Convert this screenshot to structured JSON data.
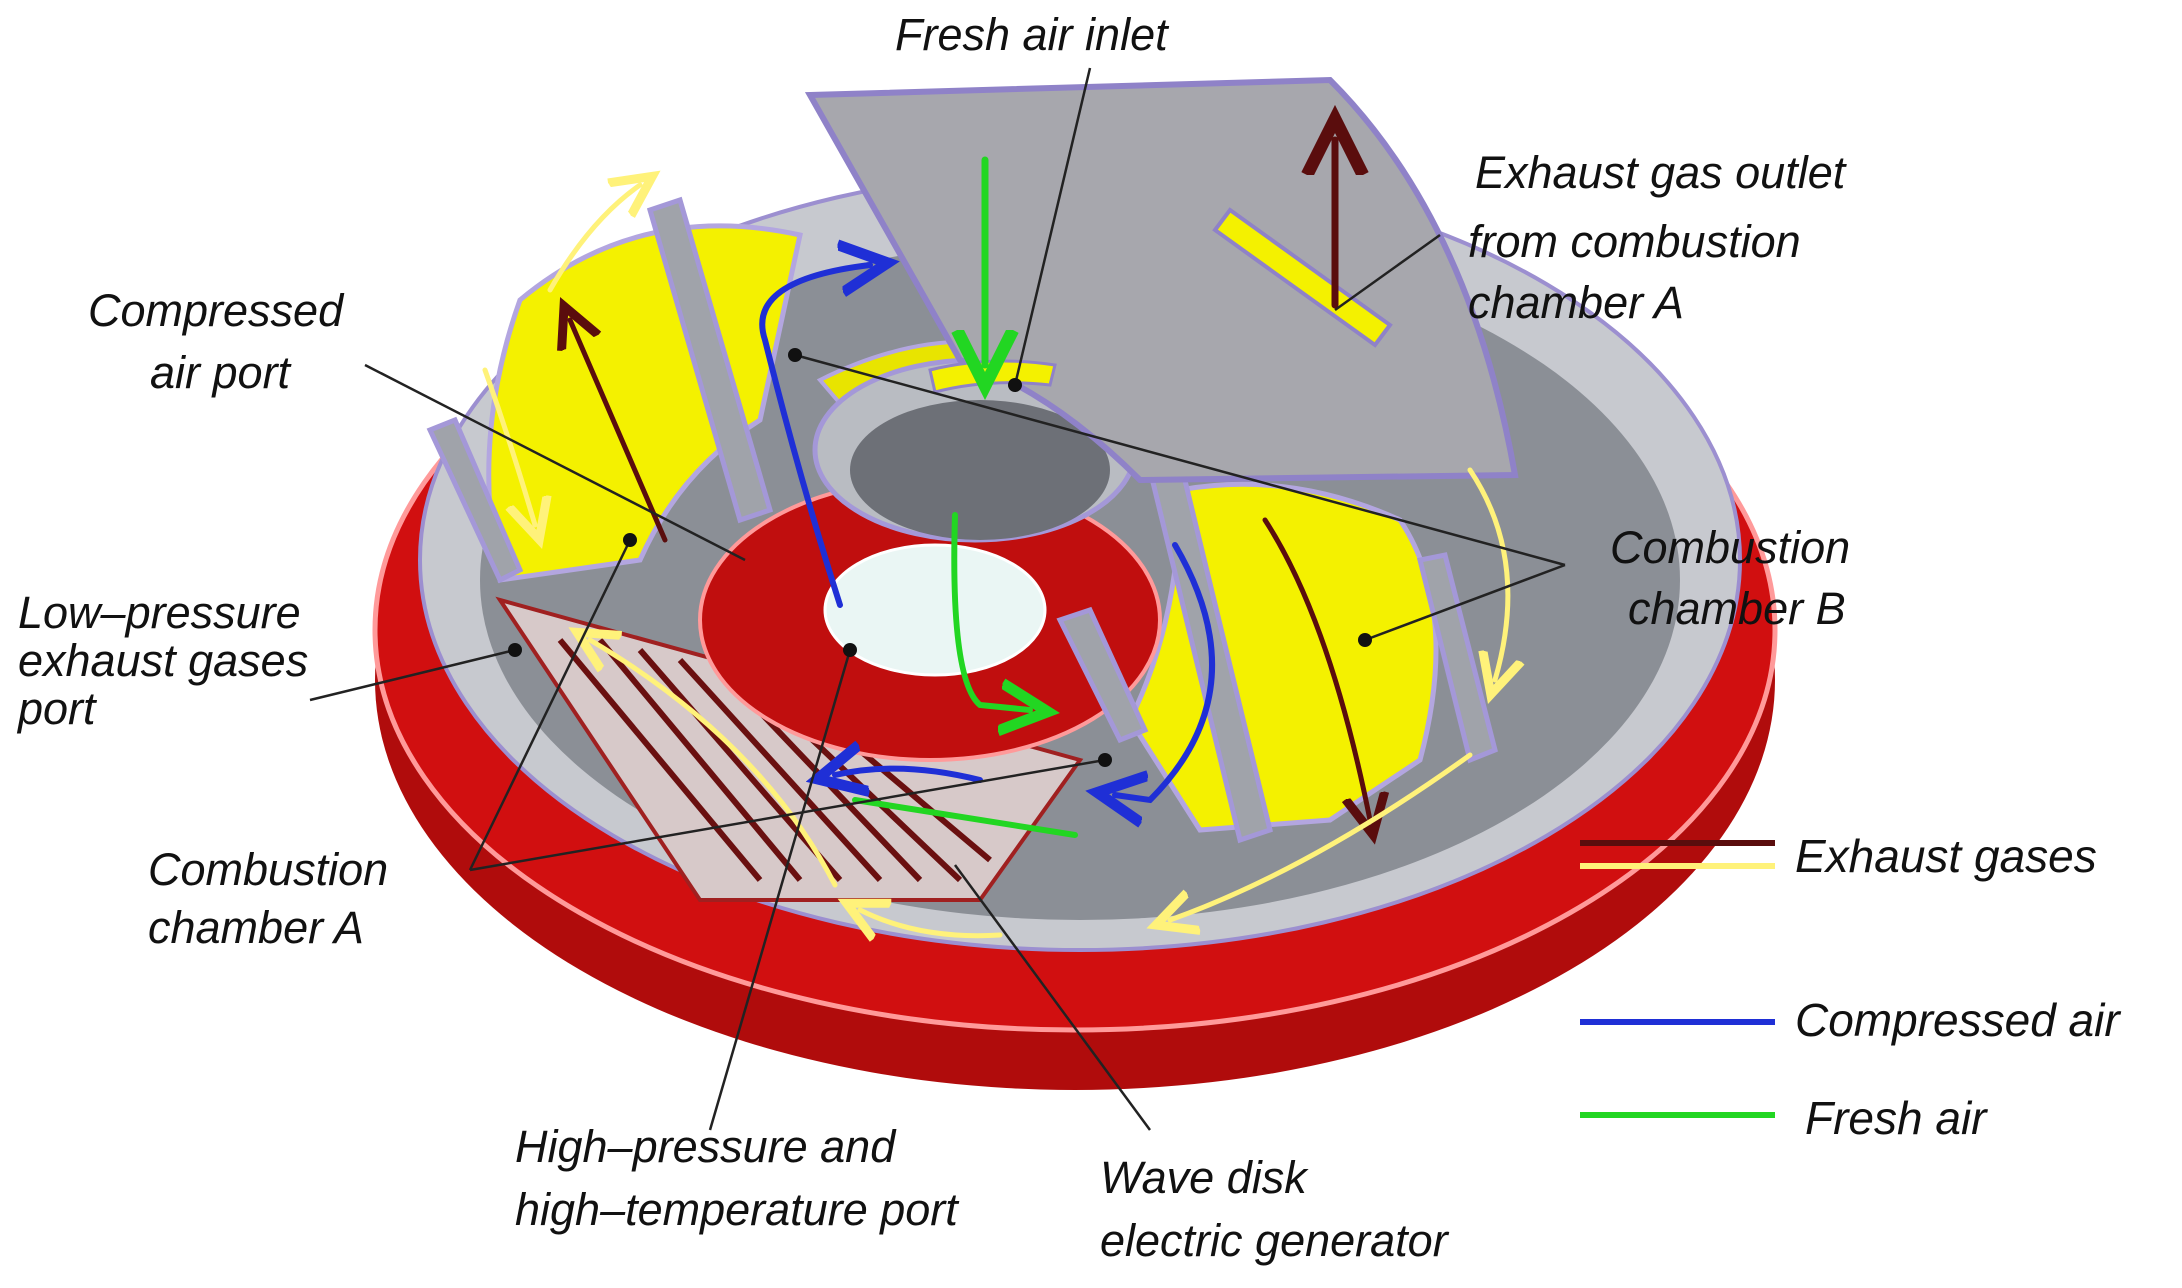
{
  "labels": {
    "fresh_air_inlet": "Fresh air inlet",
    "exhaust_outlet": [
      "Exhaust gas outlet",
      "from combustion",
      "chamber A"
    ],
    "compressed_air_port": [
      "Compressed",
      "air port"
    ],
    "combustion_chamber_b": [
      "Combustion",
      "chamber B"
    ],
    "low_pressure_port": [
      "Low–pressure",
      "exhaust gases",
      "port"
    ],
    "combustion_chamber_a": [
      "Combustion",
      "chamber A"
    ],
    "high_pressure_port": [
      "High–pressure and",
      "high–temperature port"
    ],
    "wave_disk": [
      "Wave disk",
      "electric generator"
    ]
  },
  "legend": [
    {
      "label": "Exhaust gases",
      "colors": [
        "#5a0d0d",
        "#fff27a"
      ]
    },
    {
      "label": "Compressed air",
      "colors": [
        "#1f2fd6"
      ]
    },
    {
      "label": "Fresh air",
      "colors": [
        "#22d622"
      ]
    }
  ],
  "colors": {
    "housing_red": "#d10f10",
    "chamber_yellow": "#f4f100",
    "lid_gray": "#a7a7ad",
    "wall_gray": "#8b8f96",
    "exhaust_dark": "#5a0d0d",
    "exhaust_light": "#fff27a",
    "compressed_air": "#1f2fd6",
    "fresh_air": "#22d622"
  }
}
